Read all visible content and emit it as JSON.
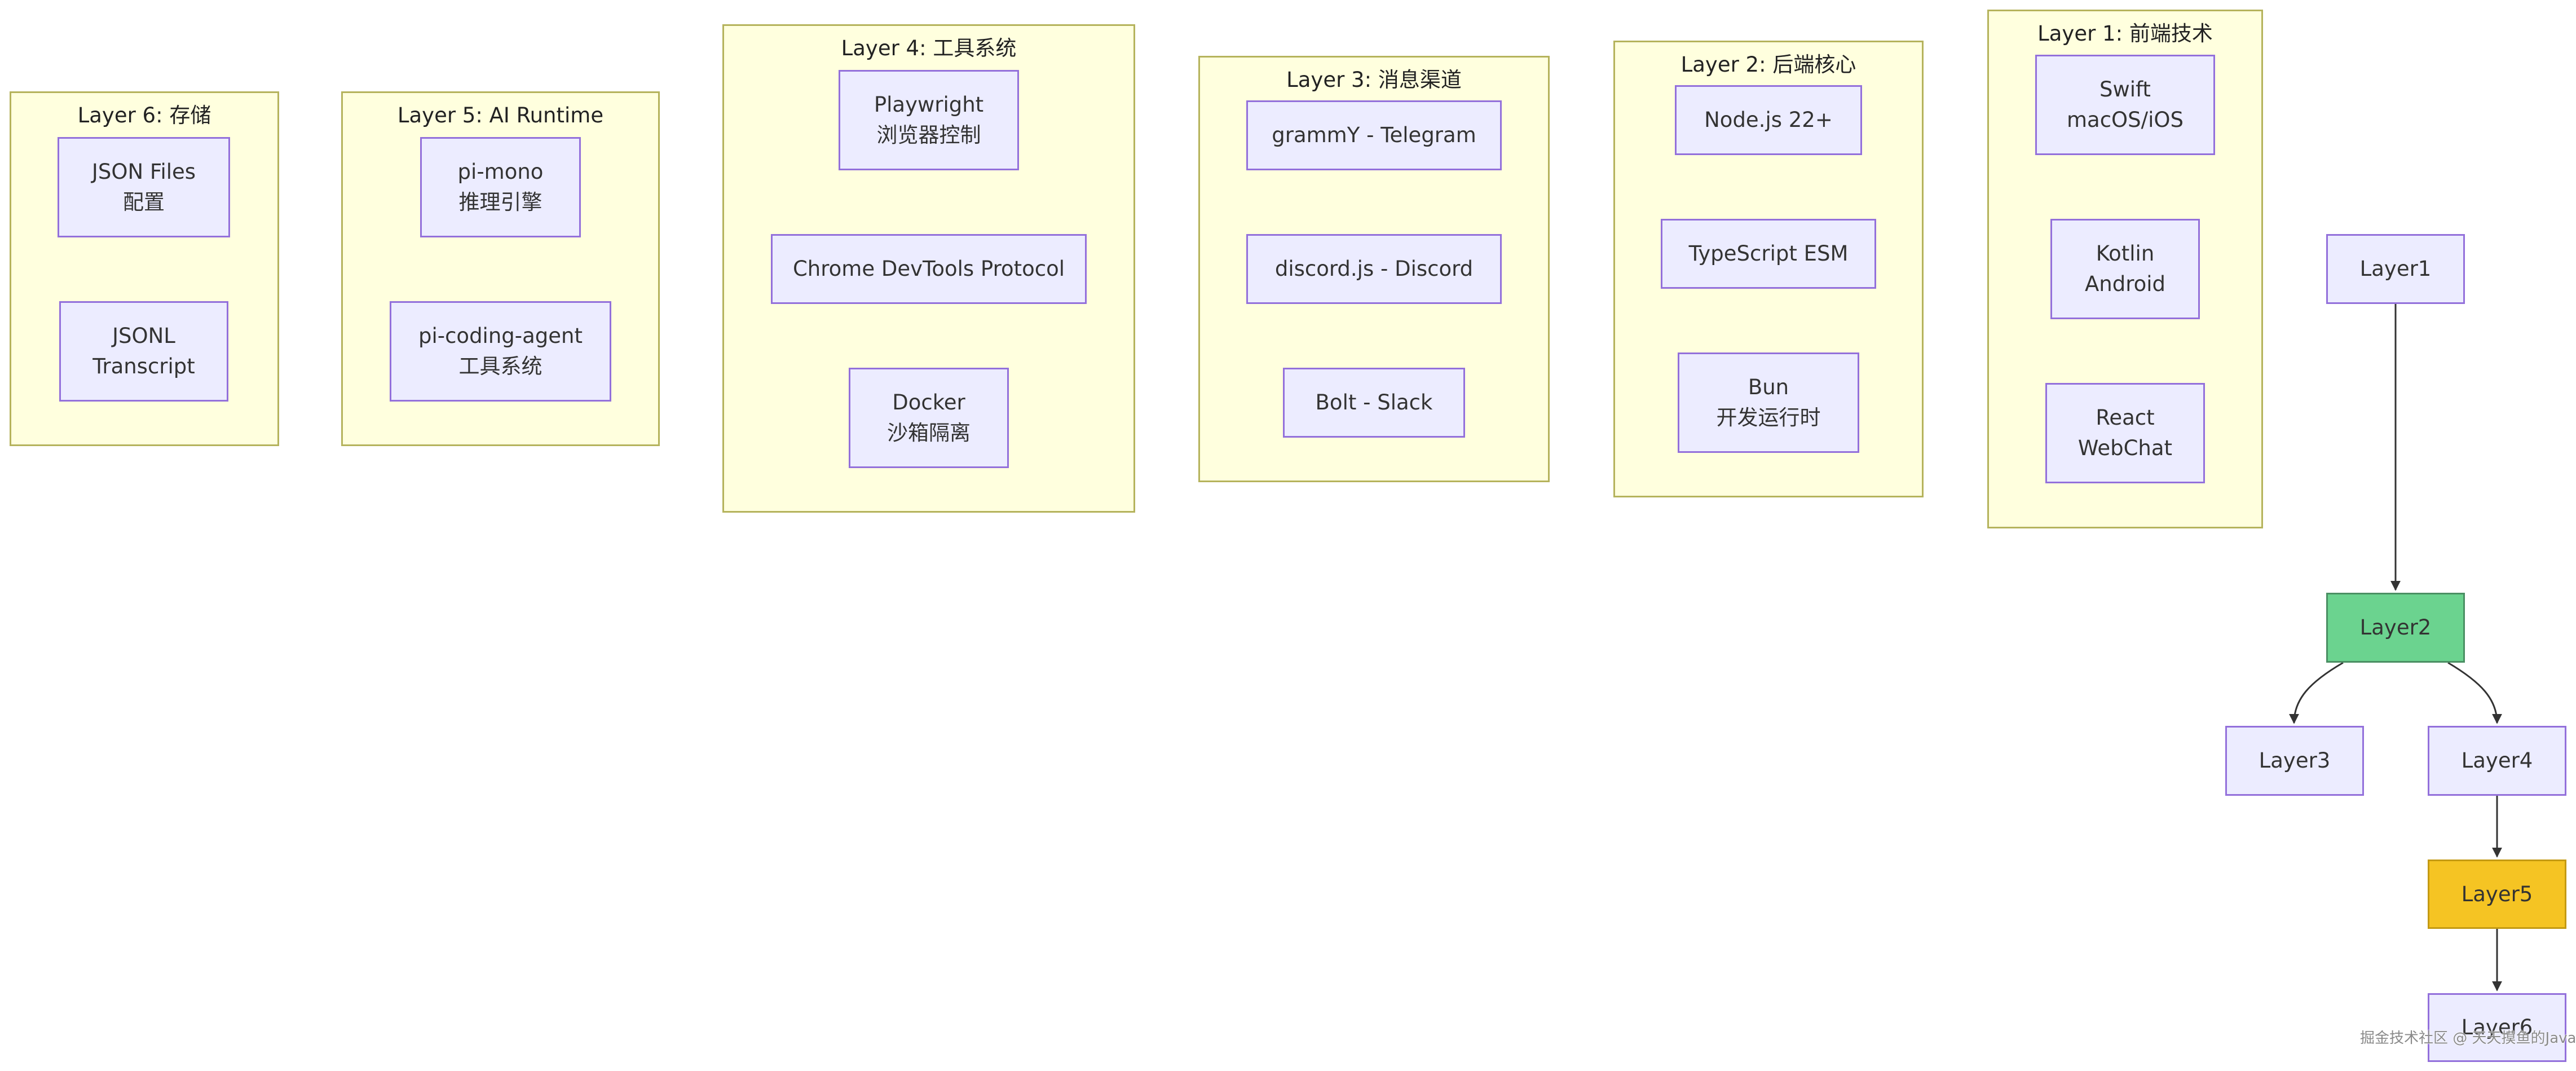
{
  "colors": {
    "cluster_fill": "#ffffde",
    "cluster_border": "#b5b35c",
    "node_fill": "#ececff",
    "node_border": "#9370db",
    "layer2_fill": "#6bd38f",
    "layer5_fill": "#f5c423",
    "edge": "#333333"
  },
  "layers": {
    "l6": {
      "title": "Layer 6: 存储",
      "nodes": [
        {
          "lines": [
            "JSON Files",
            "配置"
          ]
        },
        {
          "lines": [
            "JSONL",
            "Transcript"
          ]
        }
      ]
    },
    "l5": {
      "title": "Layer 5: AI Runtime",
      "nodes": [
        {
          "lines": [
            "pi-mono",
            "推理引擎"
          ]
        },
        {
          "lines": [
            "pi-coding-agent",
            "工具系统"
          ]
        }
      ]
    },
    "l4": {
      "title": "Layer 4: 工具系统",
      "nodes": [
        {
          "lines": [
            "Playwright",
            "浏览器控制"
          ]
        },
        {
          "lines": [
            "Chrome DevTools Protocol"
          ]
        },
        {
          "lines": [
            "Docker",
            "沙箱隔离"
          ]
        }
      ]
    },
    "l3": {
      "title": "Layer 3: 消息渠道",
      "nodes": [
        {
          "lines": [
            "grammY - Telegram"
          ]
        },
        {
          "lines": [
            "discord.js - Discord"
          ]
        },
        {
          "lines": [
            "Bolt - Slack"
          ]
        }
      ]
    },
    "l2": {
      "title": "Layer 2: 后端核心",
      "nodes": [
        {
          "lines": [
            "Node.js 22+"
          ]
        },
        {
          "lines": [
            "TypeScript ESM"
          ]
        },
        {
          "lines": [
            "Bun",
            "开发运行时"
          ]
        }
      ]
    },
    "l1": {
      "title": "Layer 1: 前端技术",
      "nodes": [
        {
          "lines": [
            "Swift",
            "macOS/iOS"
          ]
        },
        {
          "lines": [
            "Kotlin",
            "Android"
          ]
        },
        {
          "lines": [
            "React",
            "WebChat"
          ]
        }
      ]
    }
  },
  "flow": {
    "nodes": {
      "layer1": "Layer1",
      "layer2": "Layer2",
      "layer3": "Layer3",
      "layer4": "Layer4",
      "layer5": "Layer5",
      "layer6": "Layer6"
    },
    "edges": [
      {
        "from": "Layer1",
        "to": "Layer2"
      },
      {
        "from": "Layer2",
        "to": "Layer3"
      },
      {
        "from": "Layer2",
        "to": "Layer4"
      },
      {
        "from": "Layer4",
        "to": "Layer5"
      },
      {
        "from": "Layer5",
        "to": "Layer6"
      }
    ]
  },
  "watermark": "掘金技术社区 @ 天天摸鱼的Java工程师"
}
